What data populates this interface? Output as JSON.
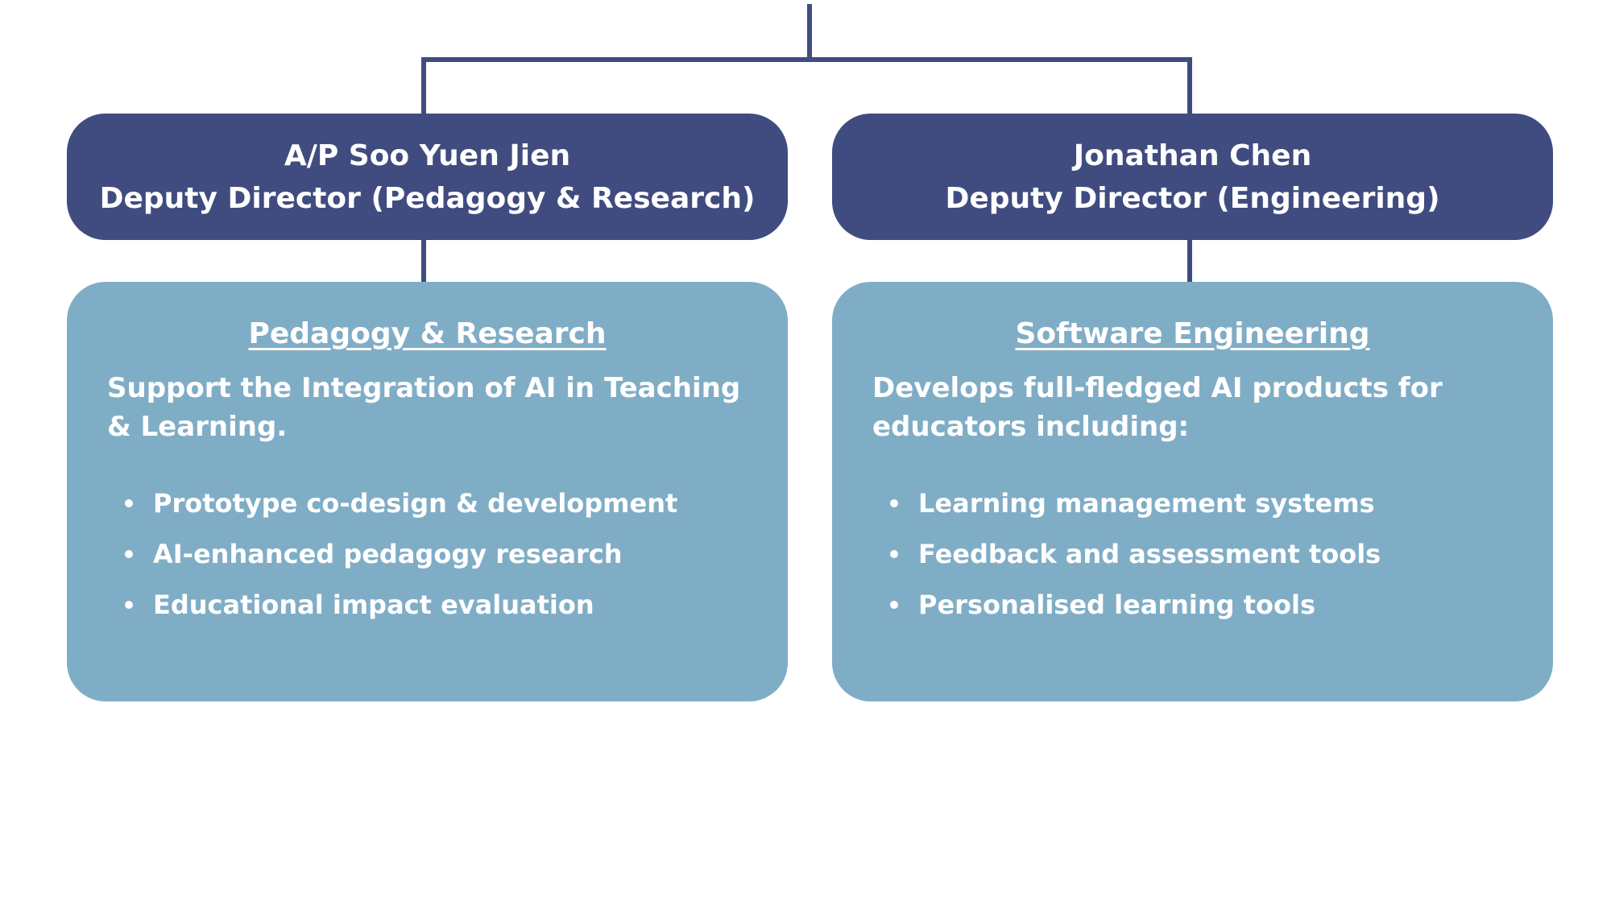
{
  "colors": {
    "connector": "#404c80",
    "header_bg": "#404c80",
    "detail_bg": "#80adc6",
    "text": "#ffffff"
  },
  "left": {
    "header": {
      "name": "A/P Soo Yuen Jien",
      "role": "Deputy Director (Pedagogy & Research)"
    },
    "detail": {
      "title": "Pedagogy & Research",
      "description": "Support the Integration of AI in Teaching & Learning.",
      "items": [
        "Prototype co-design & development",
        "AI-enhanced pedagogy research",
        "Educational impact evaluation"
      ]
    }
  },
  "right": {
    "header": {
      "name": "Jonathan Chen",
      "role": "Deputy Director (Engineering)"
    },
    "detail": {
      "title": "Software Engineering",
      "description": "Develops full-fledged AI products for educators including:",
      "items": [
        "Learning management systems",
        "Feedback and assessment tools",
        "Personalised learning tools"
      ]
    }
  }
}
